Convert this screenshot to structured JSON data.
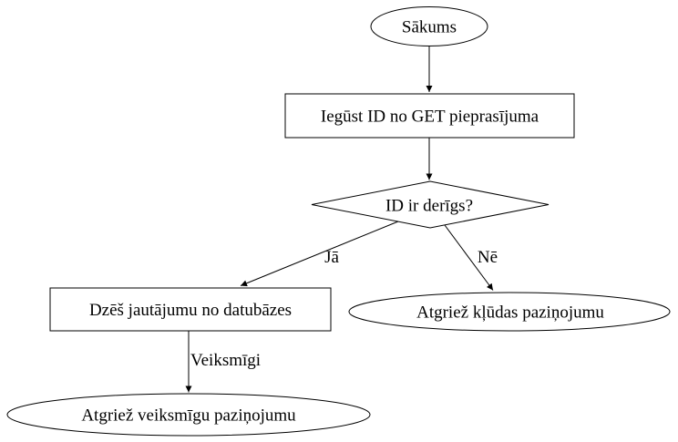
{
  "diagram": {
    "kind": "flowchart",
    "background_color": "#ffffff",
    "stroke_color": "#000000",
    "text_color": "#000000",
    "nodes": [
      {
        "id": "start",
        "shape": "ellipse",
        "label": "Sākums"
      },
      {
        "id": "get-id",
        "shape": "rectangle",
        "label": "Iegūst ID no GET pieprasījuma"
      },
      {
        "id": "id-valid",
        "shape": "diamond",
        "label": "ID ir derīgs?"
      },
      {
        "id": "delete-question",
        "shape": "rectangle",
        "label": "Dzēš jautājumu no datubāzes"
      },
      {
        "id": "error-message",
        "shape": "ellipse",
        "label": "Atgriež kļūdas paziņojumu"
      },
      {
        "id": "success-message",
        "shape": "ellipse",
        "label": "Atgriež veiksmīgu paziņojumu"
      }
    ],
    "edges": [
      {
        "from": "start",
        "to": "get-id",
        "label": ""
      },
      {
        "from": "get-id",
        "to": "id-valid",
        "label": ""
      },
      {
        "from": "id-valid",
        "to": "delete-question",
        "label": "Jā"
      },
      {
        "from": "id-valid",
        "to": "error-message",
        "label": "Nē"
      },
      {
        "from": "delete-question",
        "to": "success-message",
        "label": "Veiksmīgi"
      }
    ]
  }
}
